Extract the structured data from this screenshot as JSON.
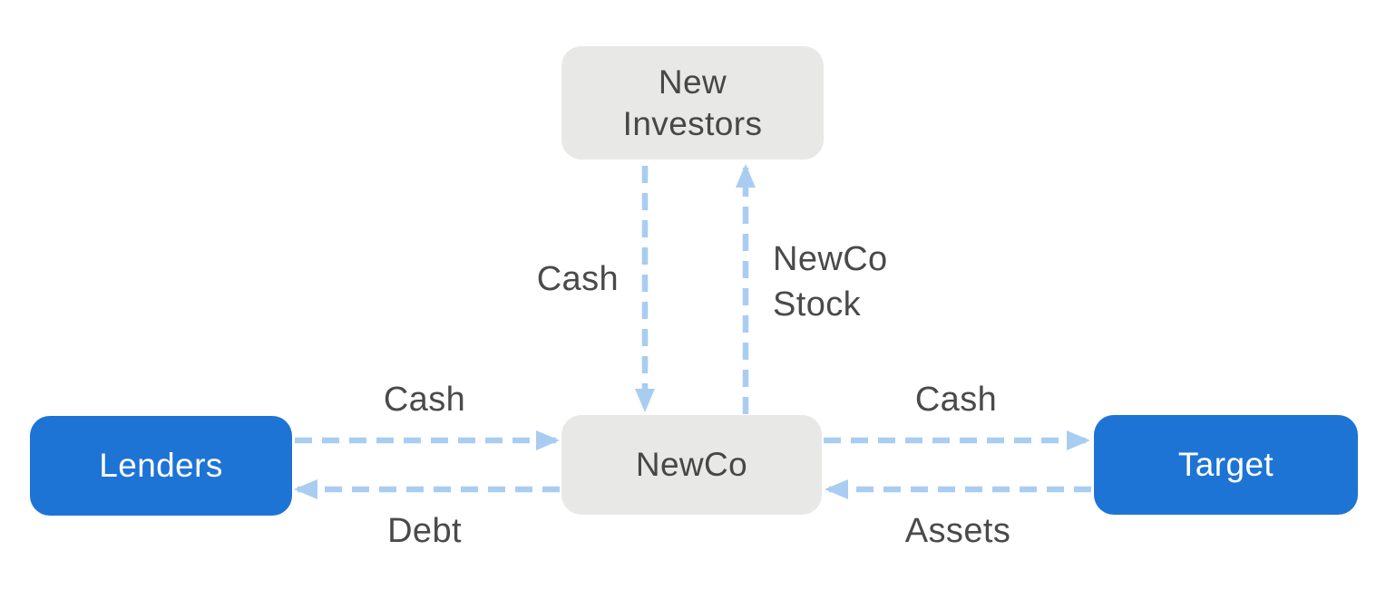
{
  "diagram": {
    "nodes": {
      "new_investors": {
        "label": "New\nInvestors",
        "style": "secondary"
      },
      "newco": {
        "label": "NewCo",
        "style": "secondary"
      },
      "lenders": {
        "label": "Lenders",
        "style": "primary"
      },
      "target": {
        "label": "Target",
        "style": "primary"
      }
    },
    "edges": {
      "investors_to_newco": {
        "label": "Cash",
        "from": "New Investors",
        "to": "NewCo"
      },
      "newco_to_investors": {
        "label": "NewCo\nStock",
        "from": "NewCo",
        "to": "New Investors"
      },
      "lenders_to_newco": {
        "label": "Cash",
        "from": "Lenders",
        "to": "NewCo"
      },
      "newco_to_lenders": {
        "label": "Debt",
        "from": "NewCo",
        "to": "Lenders"
      },
      "newco_to_target": {
        "label": "Cash",
        "from": "NewCo",
        "to": "Target"
      },
      "target_to_newco": {
        "label": "Assets",
        "from": "Target",
        "to": "NewCo"
      }
    }
  },
  "colors": {
    "primary_node_fill": "#1e74d4",
    "primary_node_text": "#ffffff",
    "secondary_node_fill": "#e8e8e7",
    "secondary_node_text": "#474747",
    "arrow": "#a9cdf1",
    "edge_label_text": "#4a4a4a",
    "background": "#ffffff"
  }
}
